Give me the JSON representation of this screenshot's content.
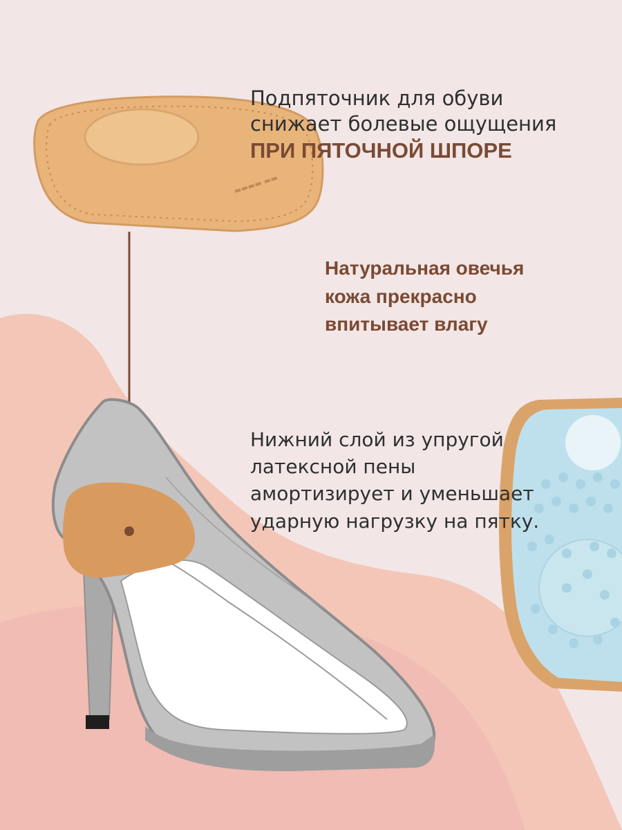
{
  "colors": {
    "background": "#f2e6e6",
    "accent_brown": "#7a4a33",
    "leather": "#e9b77e",
    "foam_blue": "#bcdfec",
    "shoe_gray": "#b8b8b8"
  },
  "heading_block": {
    "line1": "Подпяточник для обуви",
    "line2": "снижает болевые ощущения",
    "line3": "ПРИ ПЯТОЧНОЙ ШПОРЕ"
  },
  "leather_block": {
    "line1": "Натуральная овечья",
    "line2": "кожа прекрасно",
    "line3": "впитывает влагу"
  },
  "foam_block": {
    "line1": "Нижний слой из упругой",
    "line2": "латексной пены",
    "line3": "амортизирует и уменьшает",
    "line4": "ударную нагрузку на пятку."
  },
  "icons": {
    "leather_pad": "heel-pad-leather-icon",
    "foam_pad": "heel-pad-foam-icon",
    "shoe": "high-heel-shoe-icon"
  }
}
